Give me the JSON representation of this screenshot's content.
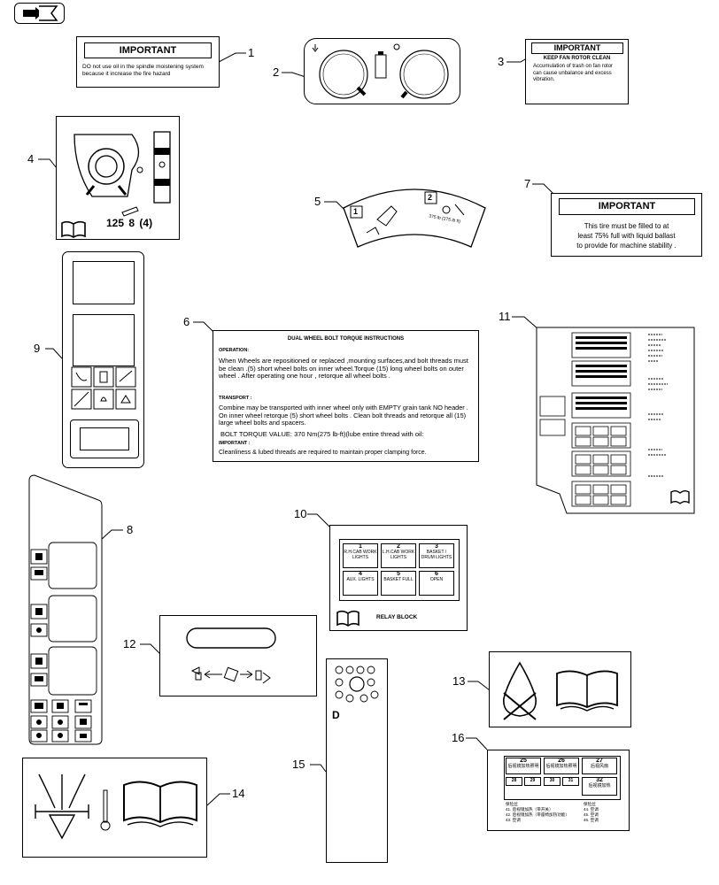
{
  "nav": {
    "icon": "back-arrow-icon"
  },
  "callouts": [
    "1",
    "2",
    "3",
    "4",
    "5",
    "6",
    "7",
    "8",
    "9",
    "10",
    "11",
    "12",
    "13",
    "14",
    "15",
    "16"
  ],
  "decal1": {
    "title": "IMPORTANT",
    "text": "DO not use oil in the spindle moistening system because it increase the fire hazard"
  },
  "decal3": {
    "title": "IMPORTANT",
    "subtitle": "KEEP FAN ROTOR CLEAN",
    "text": "Accumulation of trash on fan rotor can cause unbalance and excess vibration."
  },
  "decal4": {
    "torque": "125",
    "unit_symbol": "8",
    "count": "(4)"
  },
  "decal5": {
    "step1": "1",
    "step2": "2",
    "value": "375 lb (275 lb ft)"
  },
  "decal7": {
    "title": "IMPORTANT",
    "line1": "This tire must  be filled  to at",
    "line2": "least 75% full with liquid  ballast",
    "line3": "to provide for machine stability ."
  },
  "decal6": {
    "title": "DUAL WHEEL BOLT TORQUE INSTRUCTIONS",
    "operation_label": "OPERATION:",
    "operation_text": "When Wheels are repositioned or replaced ,mounting surfaces,and bolt threads must be clean .(5) short wheel bolts on inner wheel.Torque (15) long wheel bolts on outer wheel . After operating one hour , retorque all wheel bolts .",
    "transport_label": "TRANSPORT :",
    "transport_text": "Combine may be transported with inner wheel only with EMPTY grain tank NO header . On inner wheel retorque (5) short wheel bolts . Clean bolt threads and retorque all (15) large wheel bolts and spacers.",
    "torque_value": "BOLT TORQUE VALUE: 370 Nm(275 lb-ft)(lube entire thread with oil:",
    "important_label": "IMPORTANT :",
    "important_text": "Cleanliness & lubed threads are required to maintain proper clamping force."
  },
  "decal10": {
    "title": "RELAY BLOCK",
    "relays": [
      {
        "num": "1",
        "label": "R.H.CAB WORK LIGHTS"
      },
      {
        "num": "2",
        "label": "L.H.CAB WORK LIGHTS"
      },
      {
        "num": "3",
        "label": "BASKET / DRUM LIGHTS"
      },
      {
        "num": "4",
        "label": "AUX. LIGHTS"
      },
      {
        "num": "5",
        "label": "BASKET FULL"
      },
      {
        "num": "6",
        "label": "OPEN"
      }
    ]
  },
  "decal15": {
    "letter": "D"
  },
  "decal16": {
    "cells": [
      {
        "num": "25",
        "label": "后视镜加热照明"
      },
      {
        "num": "26",
        "label": "后视镜加热照明"
      },
      {
        "num": "27",
        "label": "后视风扇"
      },
      {
        "num": "28",
        "label": ""
      },
      {
        "num": "29",
        "label": ""
      },
      {
        "num": "30",
        "label": ""
      },
      {
        "num": "31",
        "label": ""
      },
      {
        "num": "32",
        "label": "后视镜加热"
      }
    ],
    "legend_left": [
      "保险丝",
      "41. 后视镜加热（带开关）",
      "42. 后视镜加热（带座椅加热功能）",
      "43. 空调"
    ],
    "legend_right": [
      "保险丝",
      "44. 空调",
      "45. 空调",
      "46. 空调"
    ]
  }
}
